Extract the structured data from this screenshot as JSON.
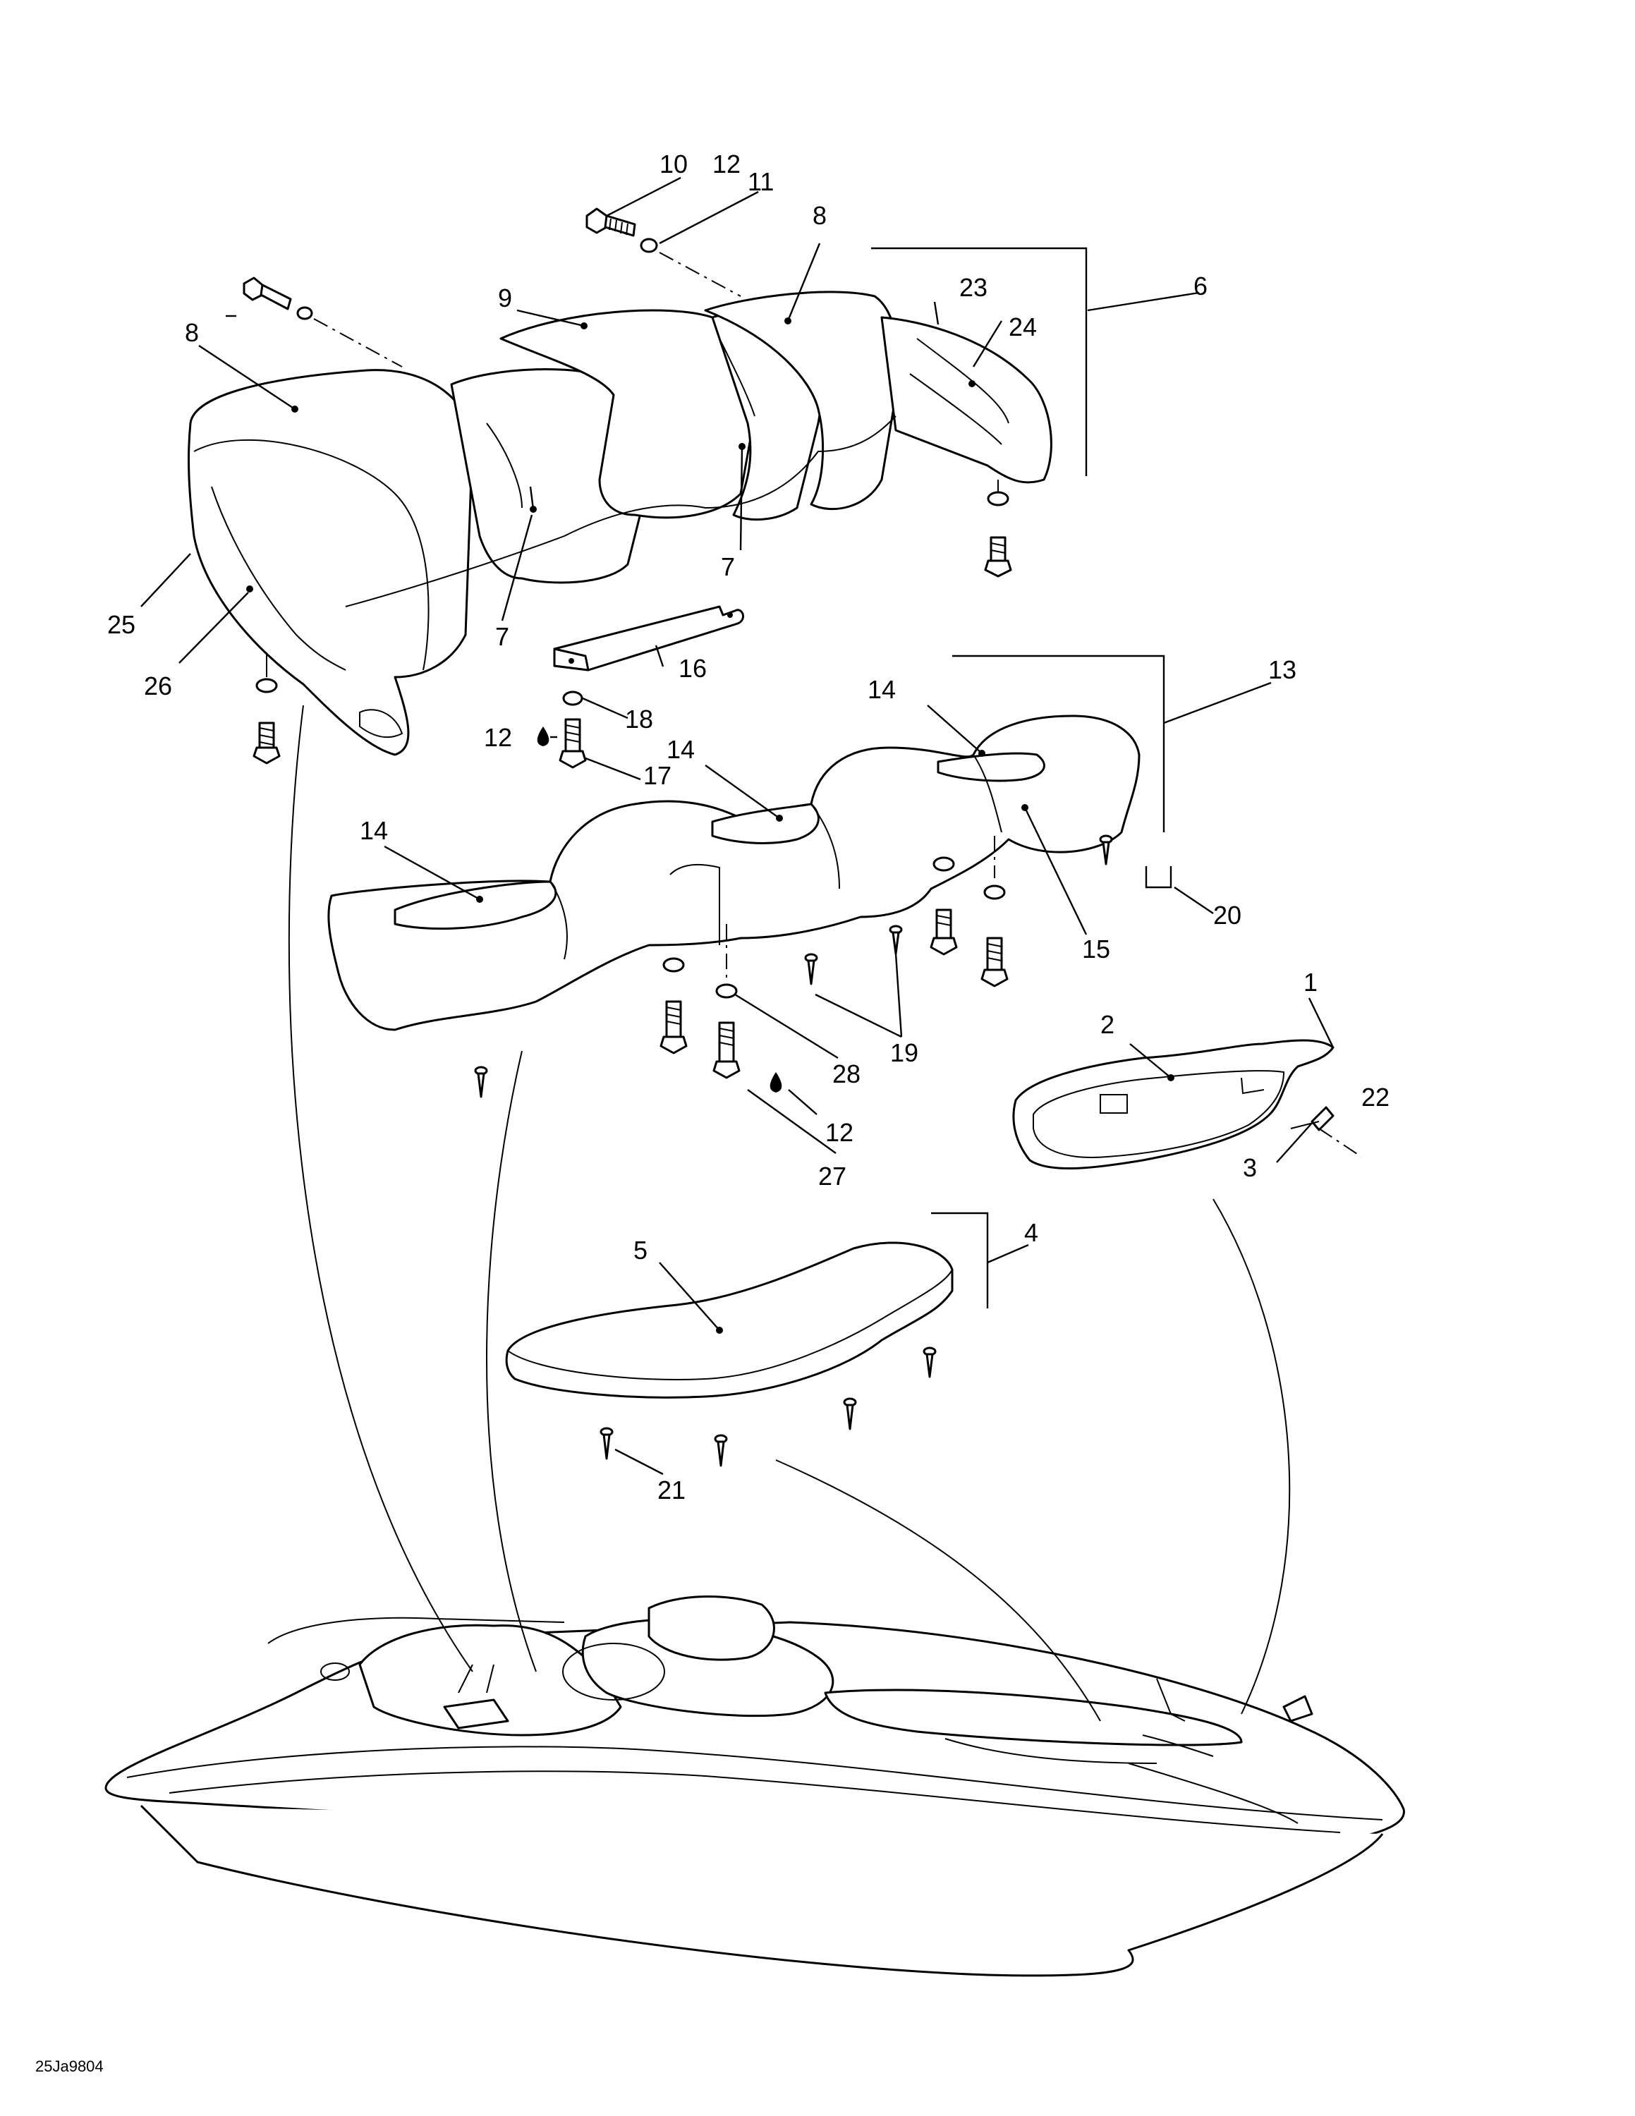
{
  "diagram": {
    "callouts": [
      "1",
      "2",
      "3",
      "4",
      "5",
      "6",
      "7",
      "8",
      "9",
      "10",
      "11",
      "12",
      "13",
      "14",
      "15",
      "16",
      "17",
      "18",
      "19",
      "20",
      "21",
      "22",
      "23",
      "24",
      "25",
      "26",
      "27",
      "28"
    ],
    "figure_code": "25Ja9804",
    "colors": {
      "ink": "#000000",
      "paper": "#ffffff"
    }
  }
}
